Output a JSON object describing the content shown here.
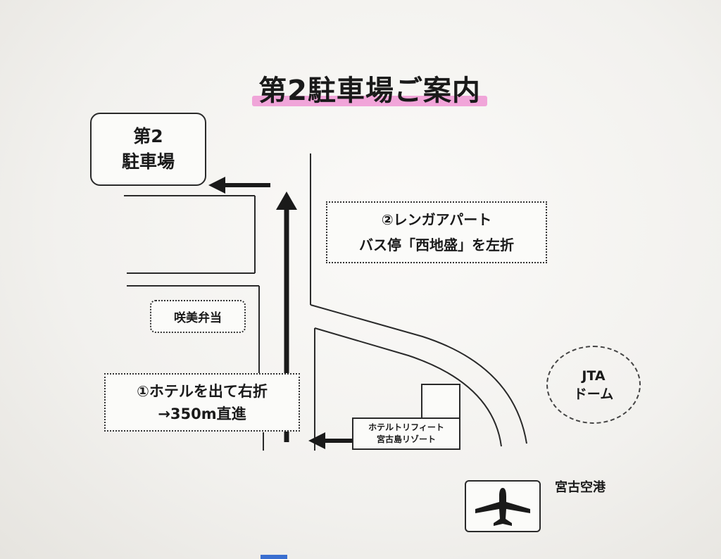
{
  "title": "第2駐車場ご案内",
  "colors": {
    "highlight": "#ef9cd6",
    "ink": "#1a1a1a",
    "paper": "#fbfaf8"
  },
  "parking": {
    "line1": "第2",
    "line2": "駐車場"
  },
  "step2": {
    "line1": "②レンガアパート",
    "line2": "バス停「西地盛」を左折"
  },
  "landmark_bento": "咲美弁当",
  "step1": {
    "line1": "①ホテルを出て右折",
    "line2": "→350m直進"
  },
  "hotel": {
    "line1": "ホテルトリフィート",
    "line2": "宮古島リゾート"
  },
  "jta": {
    "line1": "JTA",
    "line2": "ドーム"
  },
  "airport": {
    "label": "宮古空港",
    "icon": "airplane-icon"
  }
}
